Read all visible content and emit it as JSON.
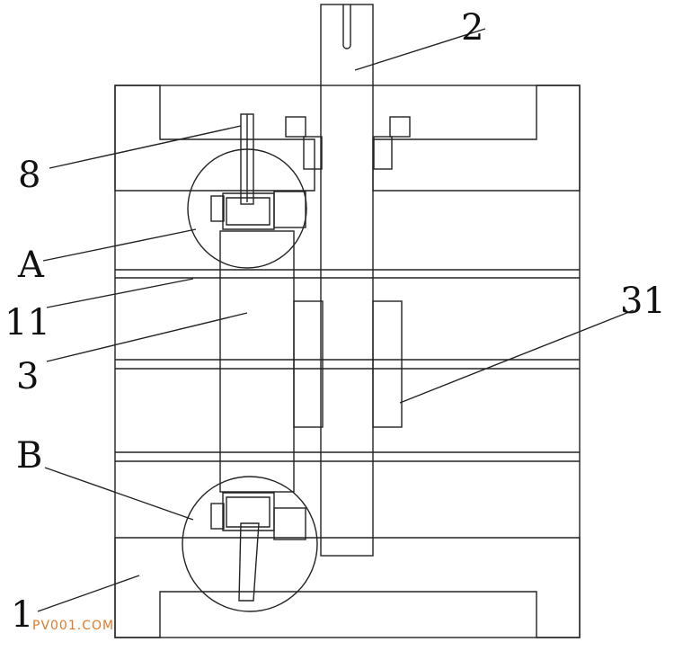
{
  "labels": {
    "l2": "2",
    "l8": "8",
    "lA": "A",
    "l11": "11",
    "l3": "3",
    "l31": "31",
    "lB": "B",
    "l1": "1"
  },
  "watermark": "PV001.COM",
  "colors": {
    "line": "#222222",
    "watermark": "#e07a2b"
  }
}
